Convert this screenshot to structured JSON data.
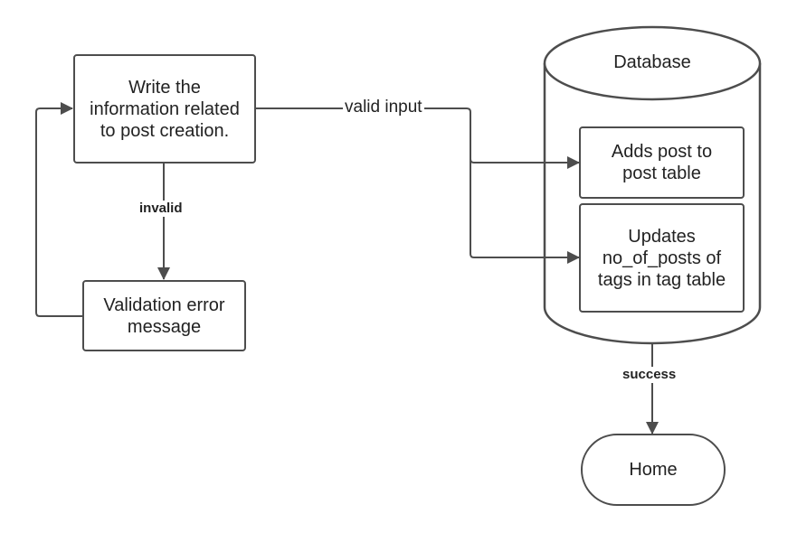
{
  "diagram": {
    "nodes": {
      "write": "Write the information related to post creation.",
      "validation": "Validation error message",
      "database": "Database",
      "adds_post": "Adds post to post table",
      "updates": "Updates no_of_posts of tags in tag table",
      "home": "Home"
    },
    "edges": {
      "valid": "valid input",
      "invalid": "invalid",
      "success": "success"
    },
    "colors": {
      "stroke": "#4d4d4d",
      "text": "#222222"
    }
  }
}
